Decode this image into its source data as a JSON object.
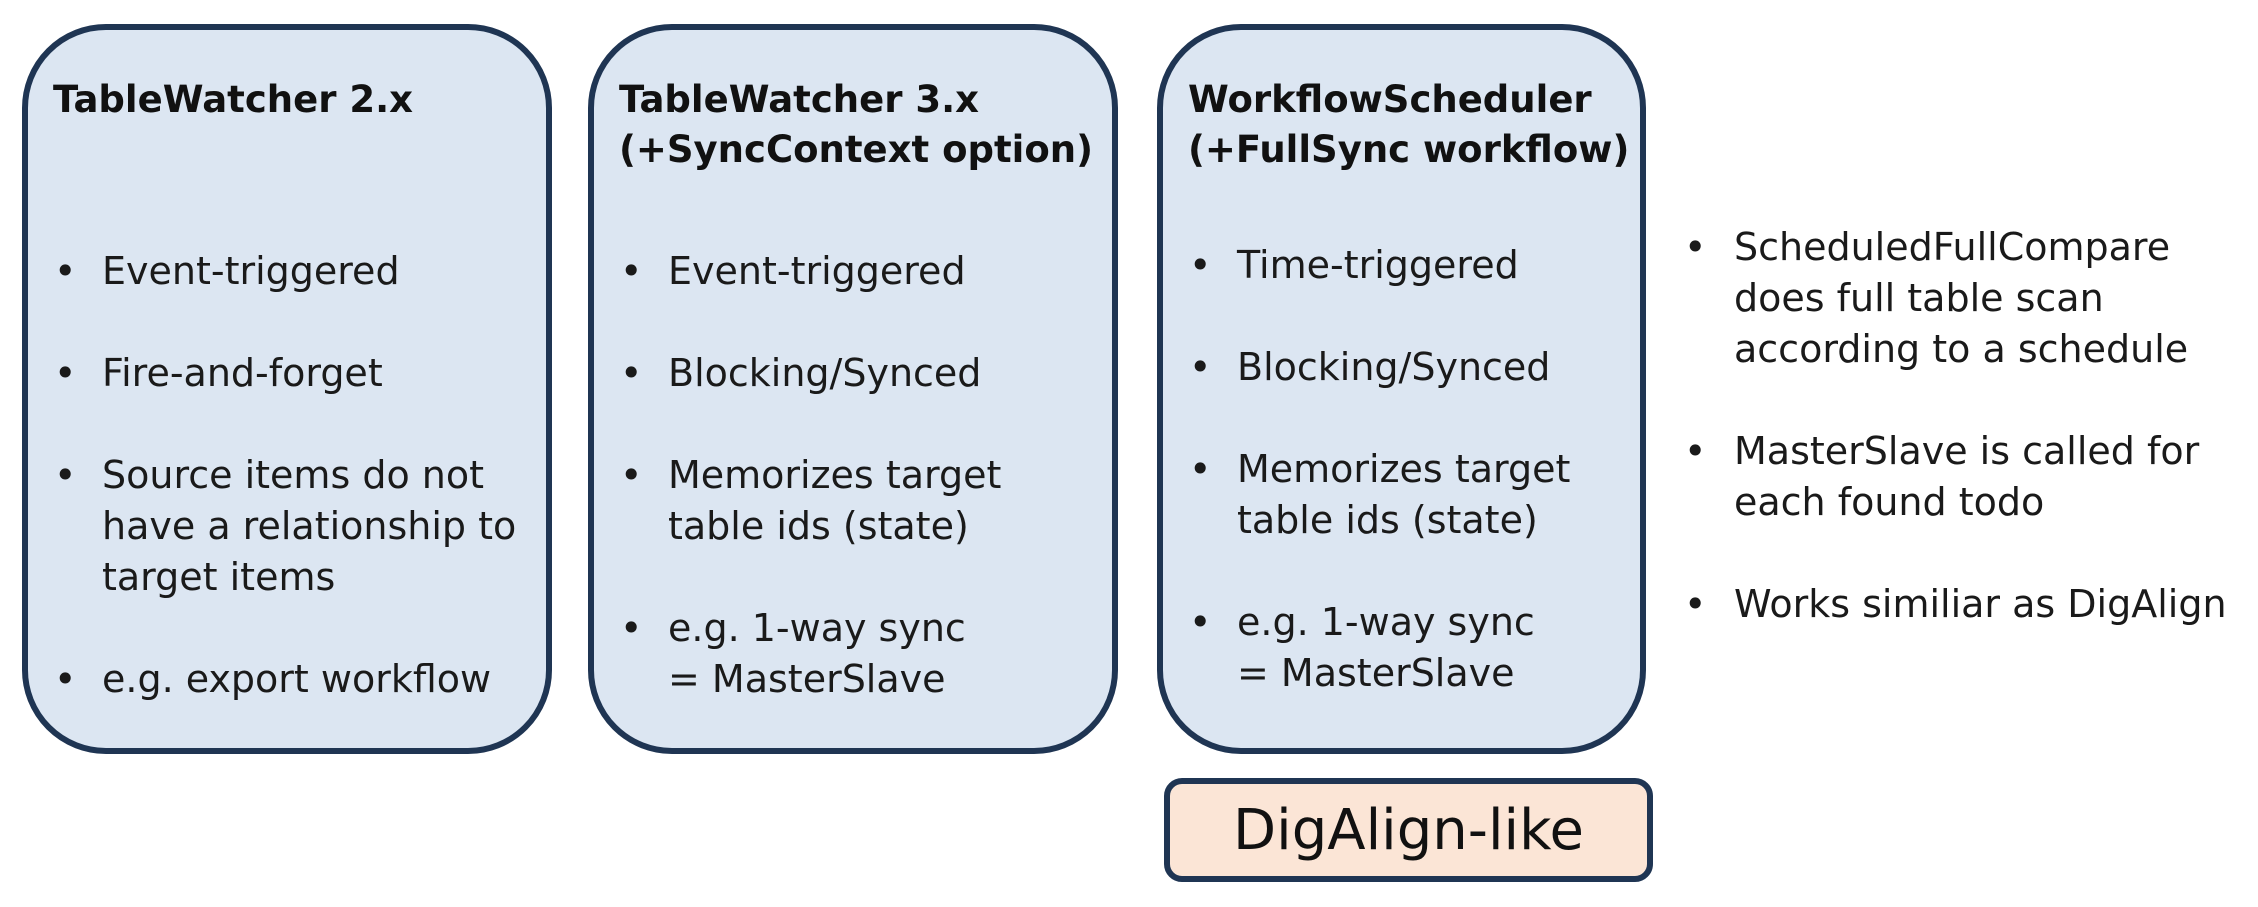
{
  "panels": [
    {
      "title_lines": [
        "TableWatcher 2.x"
      ],
      "bullets": [
        [
          "Event-triggered"
        ],
        [
          "Fire-and-forget"
        ],
        [
          "Source items do not",
          "have a relationship to",
          "target items"
        ],
        [
          "e.g. export workflow"
        ]
      ]
    },
    {
      "title_lines": [
        "TableWatcher 3.x",
        "(+SyncContext option)"
      ],
      "bullets": [
        [
          "Event-triggered"
        ],
        [
          "Blocking/Synced"
        ],
        [
          "Memorizes target",
          "table ids (state)"
        ],
        [
          "e.g. 1-way sync",
          "= MasterSlave"
        ]
      ]
    },
    {
      "title_lines": [
        "WorkflowScheduler",
        "(+FullSync workflow)"
      ],
      "bullets": [
        [
          "Time-triggered"
        ],
        [
          "Blocking/Synced"
        ],
        [
          "Memorizes target",
          "table ids (state)"
        ],
        [
          "e.g. 1-way sync",
          "= MasterSlave"
        ]
      ]
    }
  ],
  "side_notes": [
    [
      "ScheduledFullCompare",
      "does full table scan",
      "according to a schedule"
    ],
    [
      "MasterSlave is called for",
      "each found todo"
    ],
    [
      "Works similiar as DigAlign"
    ]
  ],
  "digalign_label": "DigAlign-like",
  "bullet_char": "•",
  "colors": {
    "panel_fill": "#dce6f2",
    "panel_border": "#1f3553",
    "badge_fill": "#fbe5d6"
  }
}
